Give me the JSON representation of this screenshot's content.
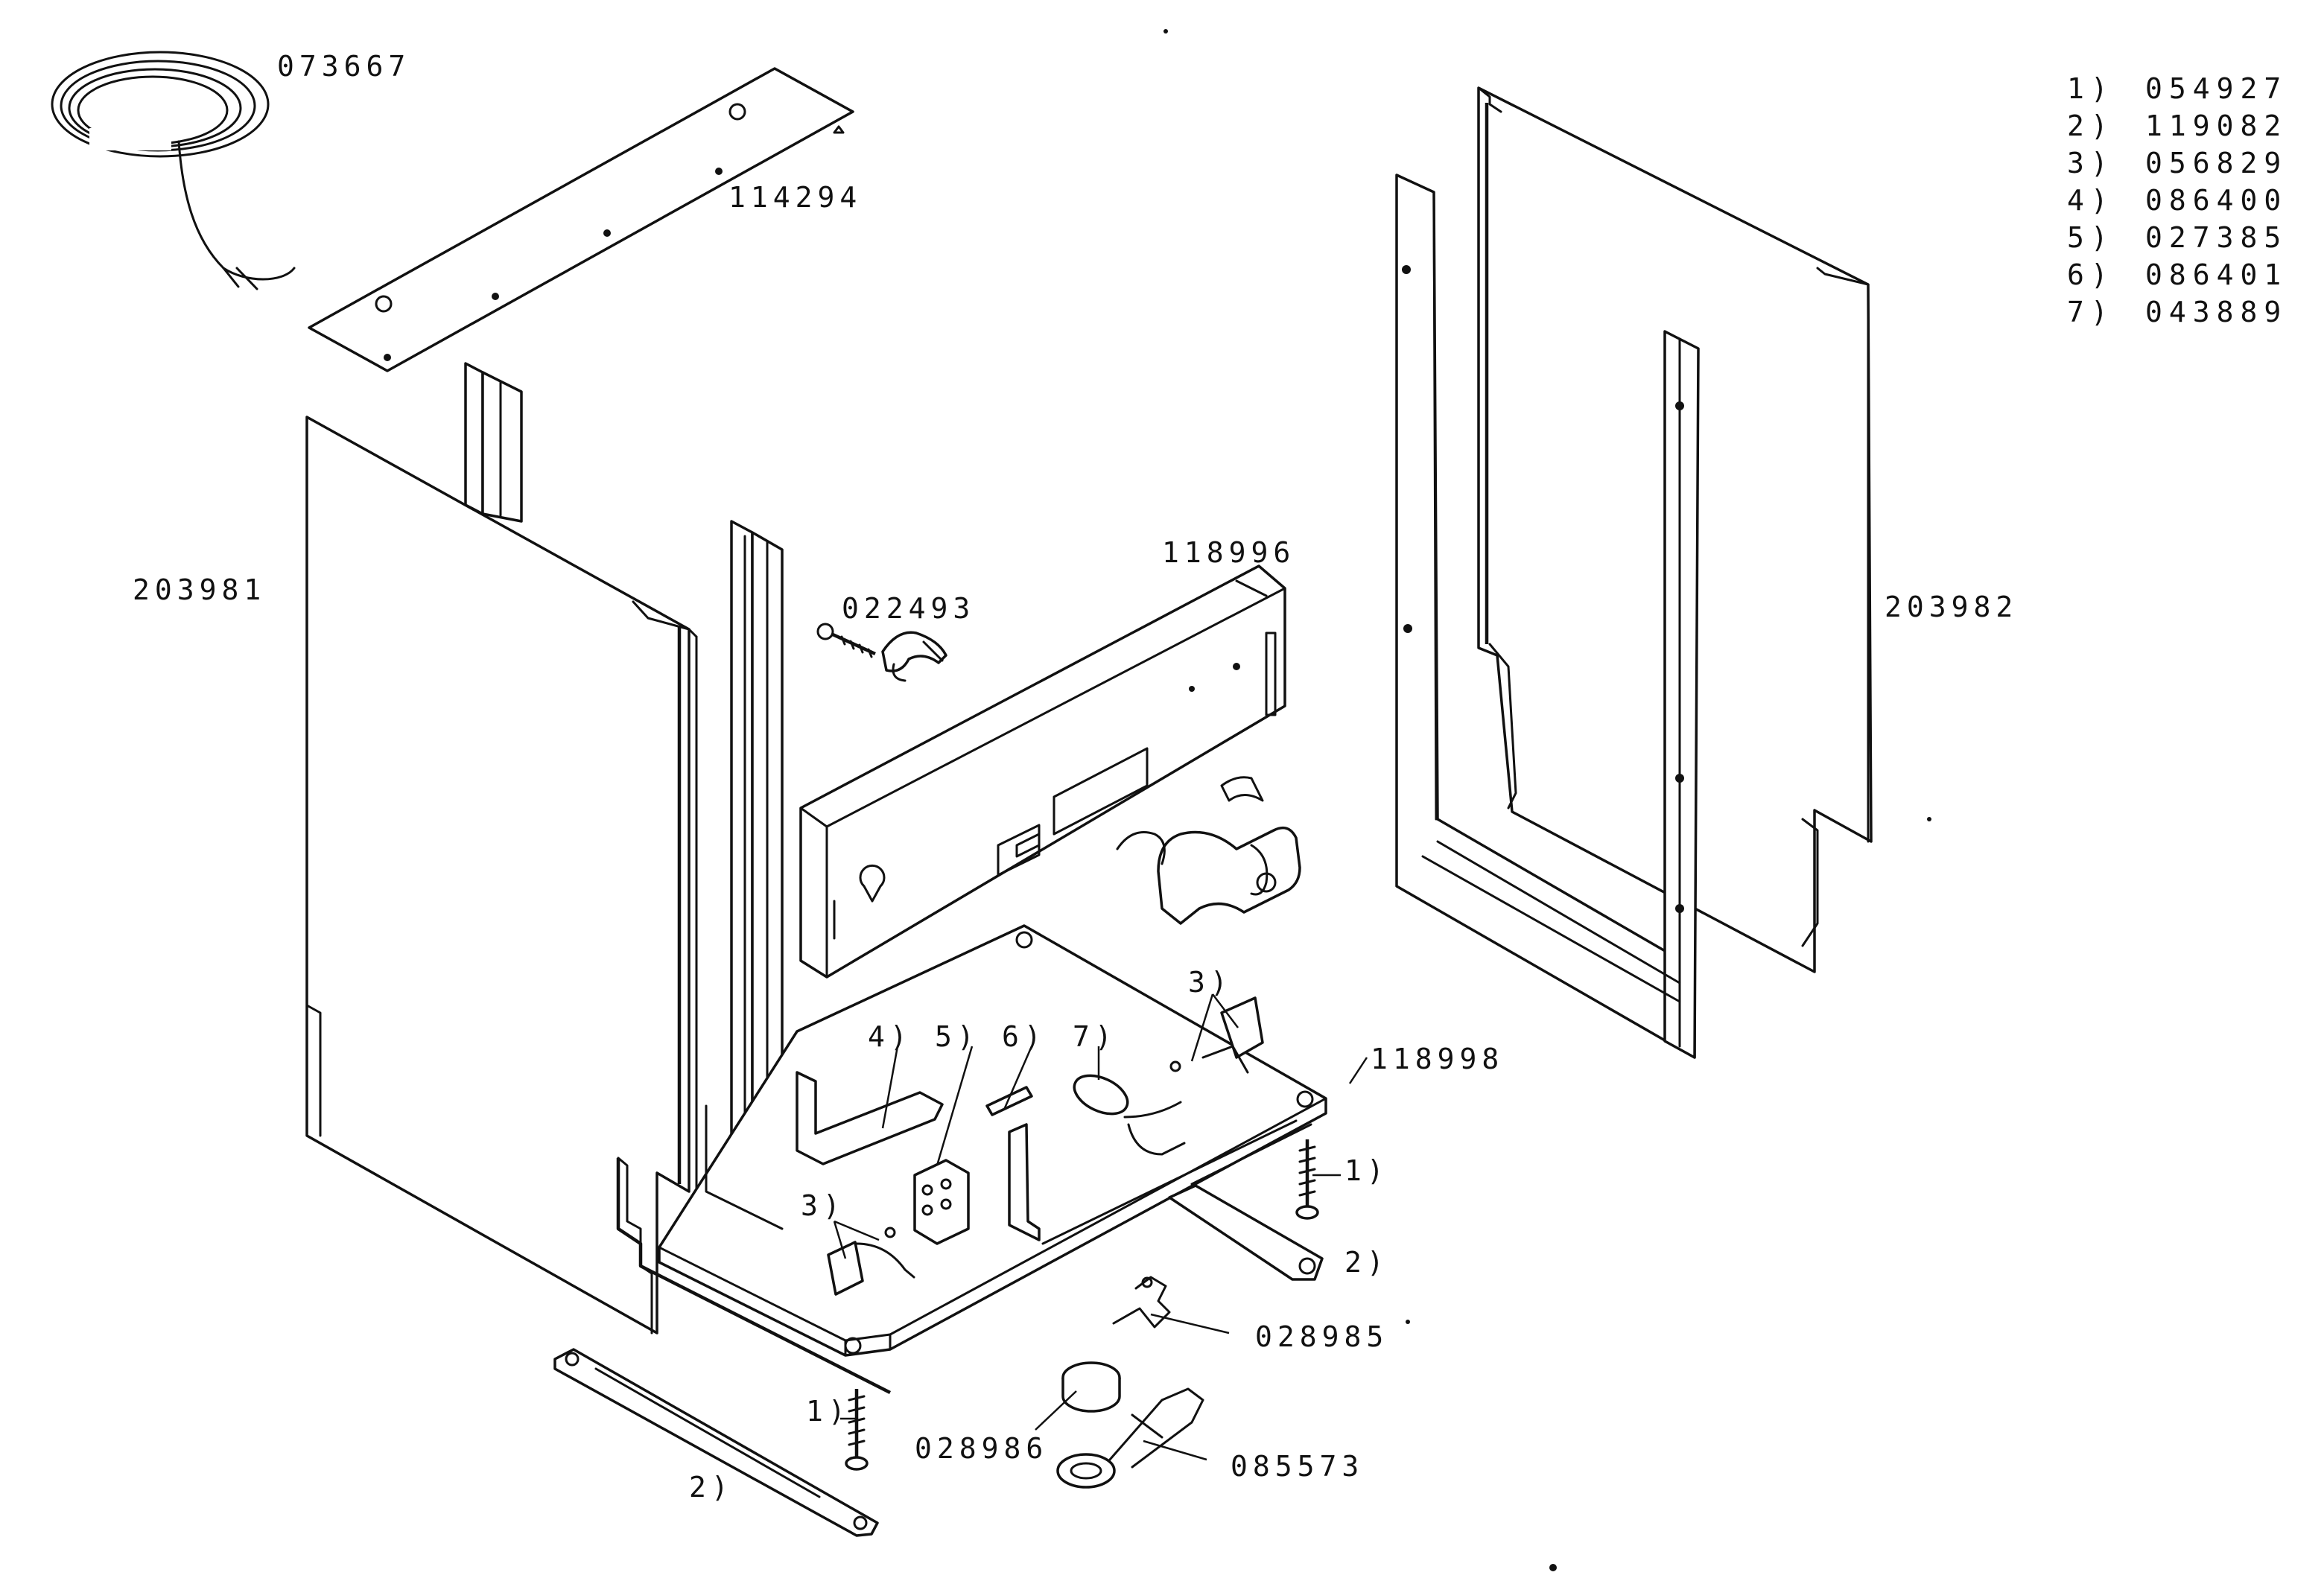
{
  "parts": {
    "cable": "073667",
    "top_plate": "114294",
    "left_panel": "203981",
    "clip": "022493",
    "rear_panel": "118996",
    "right_panel": "203982",
    "base_plate": "118998",
    "switch": "028985",
    "knob": "028986",
    "float": "085573"
  },
  "callouts": {
    "c1": "1)",
    "c2": "2)",
    "c3": "3)",
    "c4": "4)",
    "c5": "5)",
    "c6": "6)",
    "c7": "7)"
  },
  "legend": [
    {
      "key": "1)",
      "part": "054927"
    },
    {
      "key": "2)",
      "part": "119082"
    },
    {
      "key": "3)",
      "part": "056829"
    },
    {
      "key": "4)",
      "part": "086400"
    },
    {
      "key": "5)",
      "part": "027385"
    },
    {
      "key": "6)",
      "part": "086401"
    },
    {
      "key": "7)",
      "part": "043889"
    }
  ]
}
